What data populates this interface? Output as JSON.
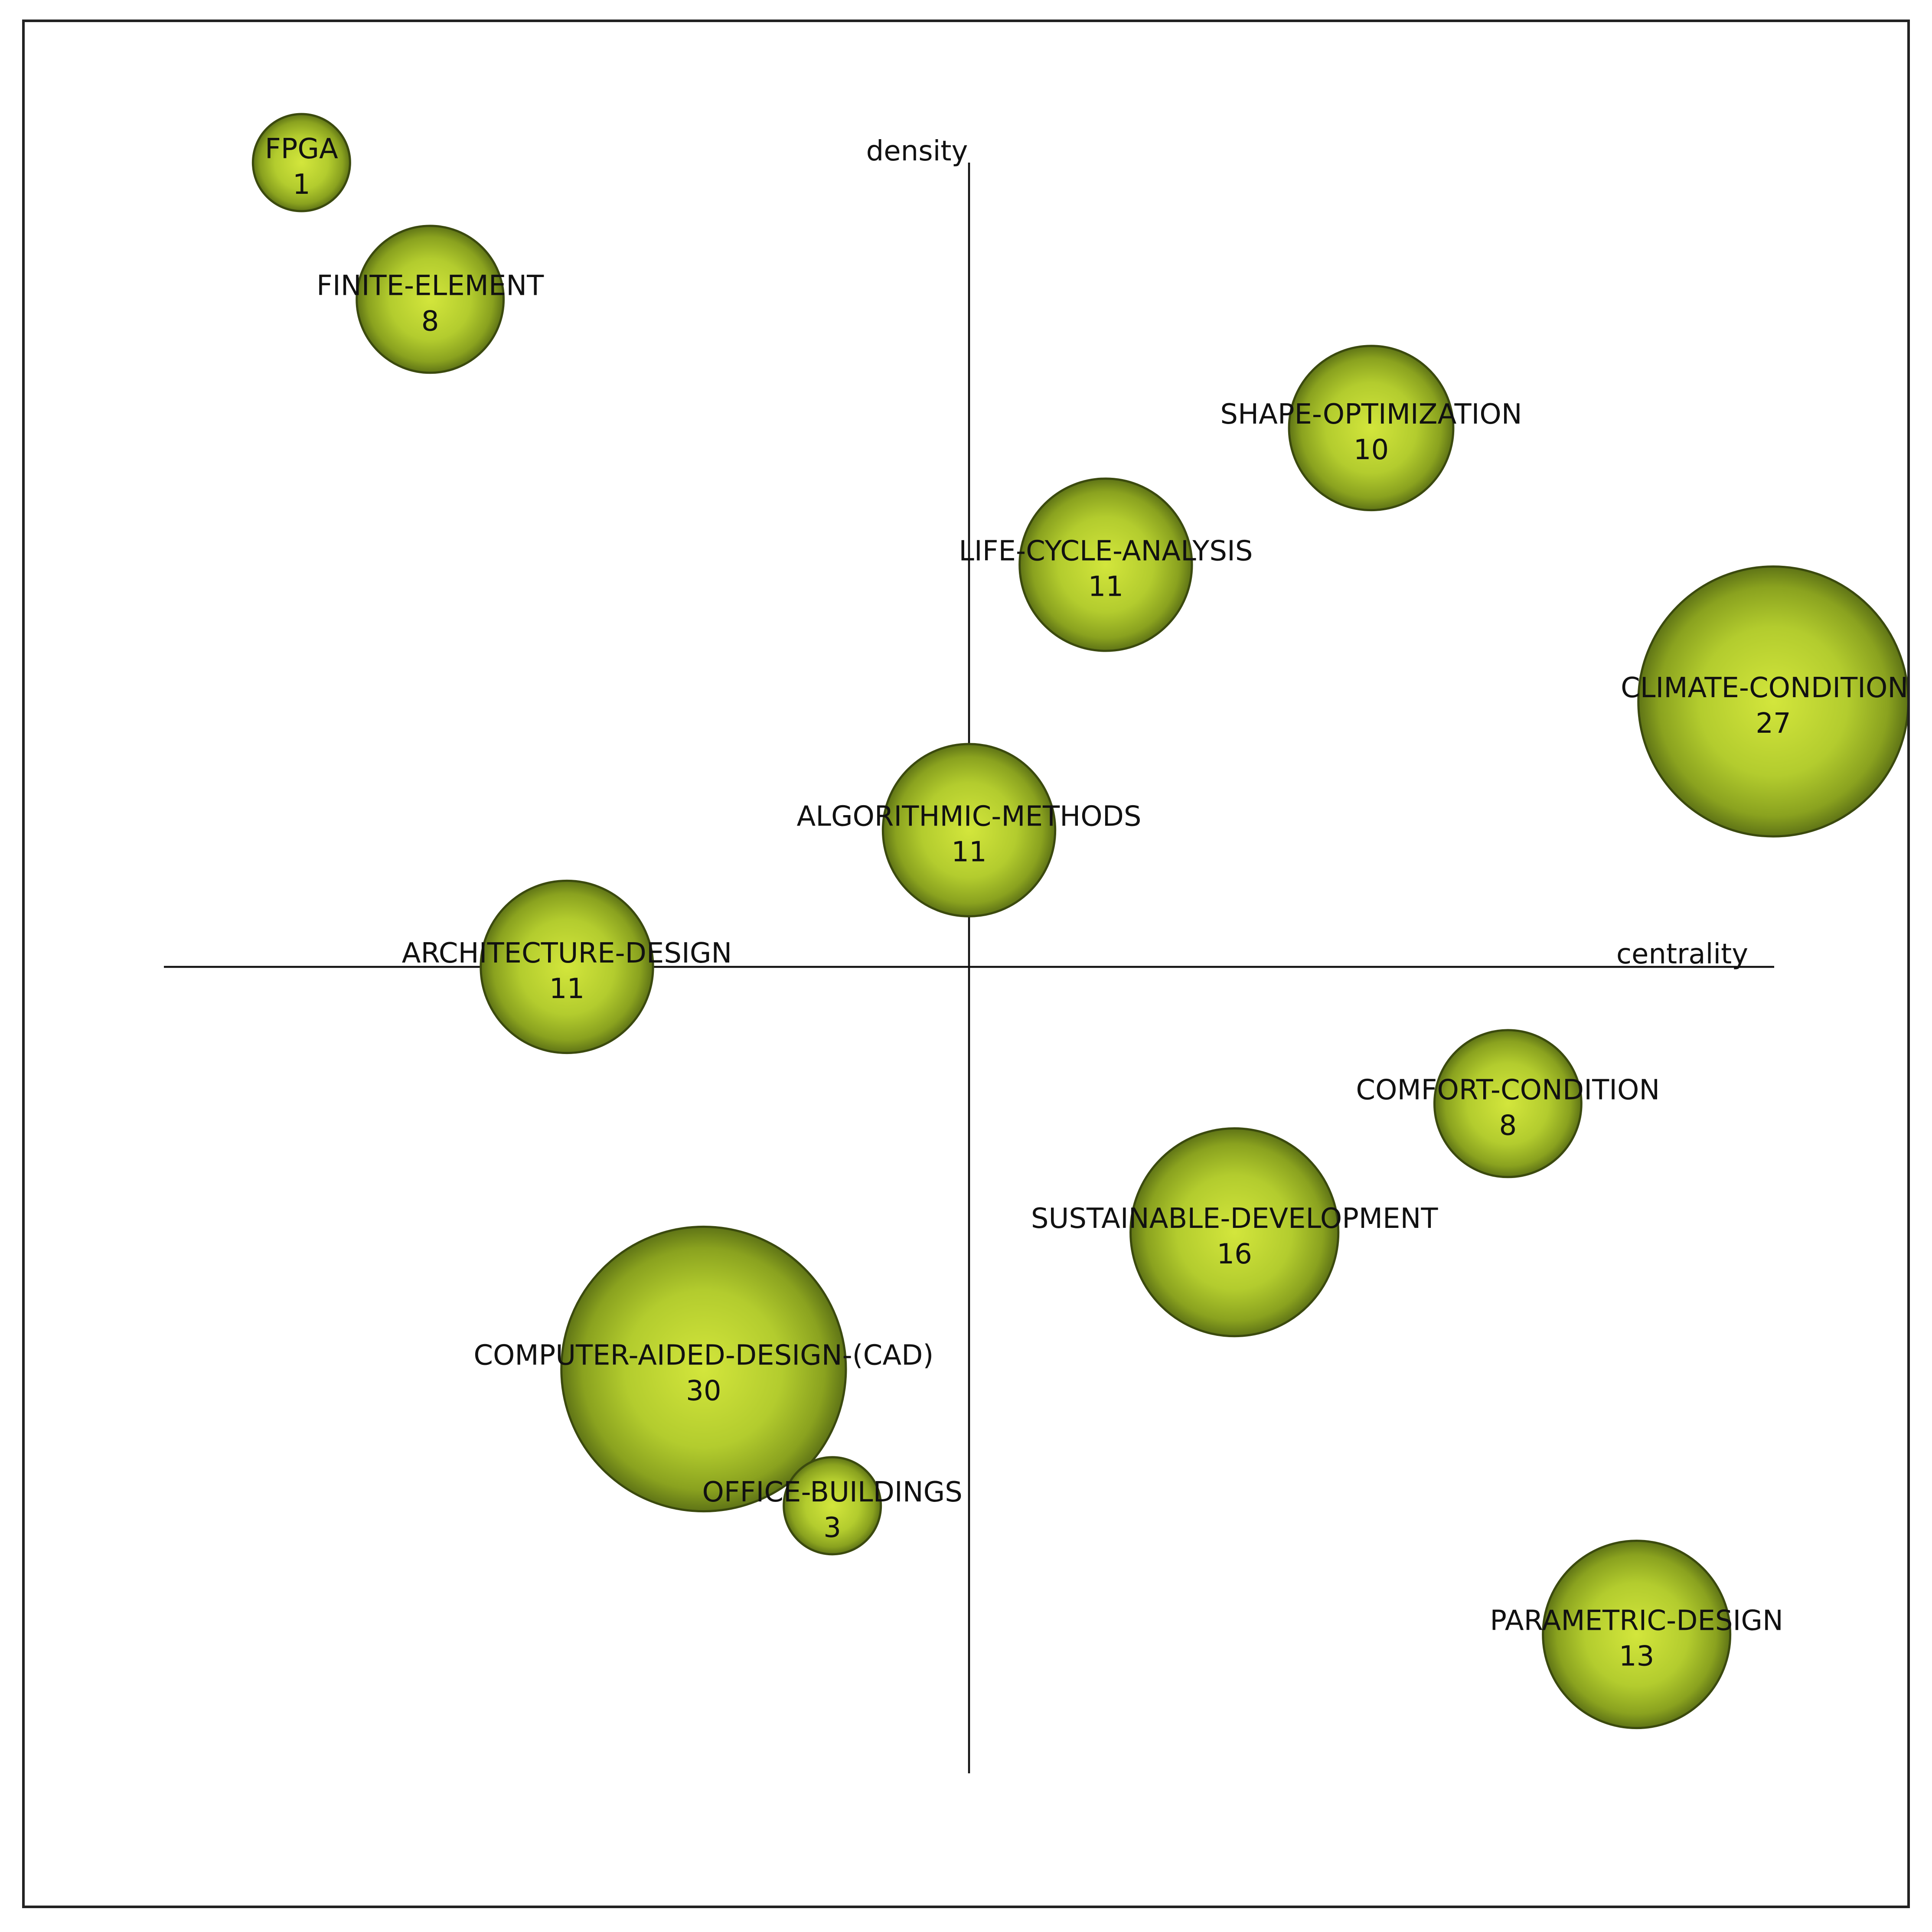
{
  "chart_data": {
    "type": "scatter",
    "title": "",
    "xlabel": "centrality",
    "ylabel": "density",
    "xlim": [
      -1,
      1
    ],
    "ylim": [
      -1,
      1
    ],
    "grid": false,
    "legend": "none",
    "colors": {
      "bubble_light": "#d3e63c",
      "bubble_mid": "#a8c02a",
      "bubble_dark": "#5f7416",
      "axis": "#111111"
    },
    "points": [
      {
        "label": "FPGA",
        "value": 1,
        "x": -0.83,
        "y": 1.0
      },
      {
        "label": "FINITE-ELEMENT",
        "value": 8,
        "x": -0.67,
        "y": 0.83
      },
      {
        "label": "SHAPE-OPTIMIZATION",
        "value": 10,
        "x": 0.5,
        "y": 0.67
      },
      {
        "label": "LIFE-CYCLE-ANALYSIS",
        "value": 11,
        "x": 0.17,
        "y": 0.5
      },
      {
        "label": "CLIMATE-CONDITIONS",
        "value": 27,
        "x": 1.0,
        "y": 0.33
      },
      {
        "label": "ALGORITHMIC-METHODS",
        "value": 11,
        "x": 0.0,
        "y": 0.17
      },
      {
        "label": "ARCHITECTURE-DESIGN",
        "value": 11,
        "x": -0.5,
        "y": 0.0
      },
      {
        "label": "COMFORT-CONDITION",
        "value": 8,
        "x": 0.67,
        "y": -0.17
      },
      {
        "label": "SUSTAINABLE-DEVELOPMENT",
        "value": 16,
        "x": 0.33,
        "y": -0.33
      },
      {
        "label": "COMPUTER-AIDED-DESIGN-(CAD)",
        "value": 30,
        "x": -0.33,
        "y": -0.5
      },
      {
        "label": "OFFICE-BUILDINGS",
        "value": 3,
        "x": -0.17,
        "y": -0.67
      },
      {
        "label": "PARAMETRIC-DESIGN",
        "value": 13,
        "x": 0.83,
        "y": -0.83
      }
    ]
  }
}
